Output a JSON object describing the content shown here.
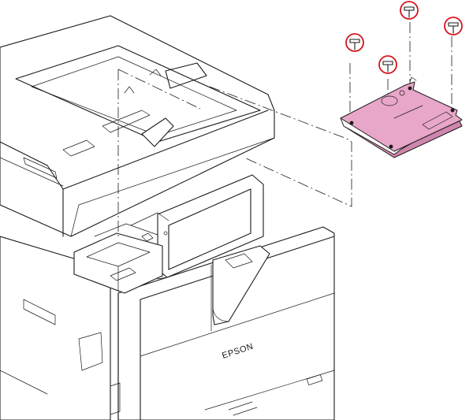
{
  "diagram": {
    "brand_text": "EPSON",
    "colors": {
      "part_fill": "#e8a6c8",
      "callout_ring": "#d5131b",
      "line": "#1a1a1a",
      "background": "#ffffff"
    },
    "removed_part": "cover-plate",
    "screw_count": 4
  }
}
